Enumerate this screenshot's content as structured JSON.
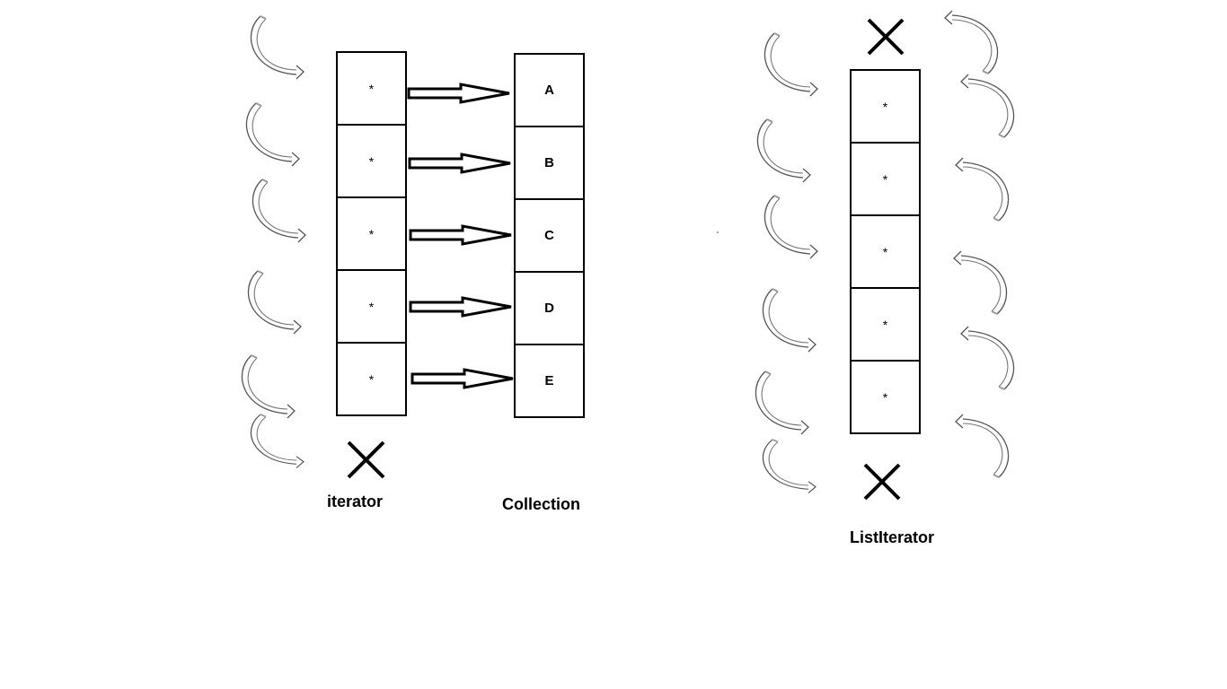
{
  "iterator": {
    "label": "iterator",
    "cells": [
      "*",
      "*",
      "*",
      "*",
      "*"
    ]
  },
  "collection": {
    "label": "Collection",
    "cells": [
      "A",
      "B",
      "C",
      "D",
      "E"
    ]
  },
  "list_iterator": {
    "label": "ListIterator",
    "cells": [
      "*",
      "*",
      "*",
      "*",
      "*"
    ]
  },
  "colors": {
    "stroke": "#000000",
    "curve_arrow": "#555555",
    "background": "#ffffff"
  },
  "icons": [
    "curved-arrow-icon",
    "right-arrow-icon",
    "cross-icon"
  ]
}
